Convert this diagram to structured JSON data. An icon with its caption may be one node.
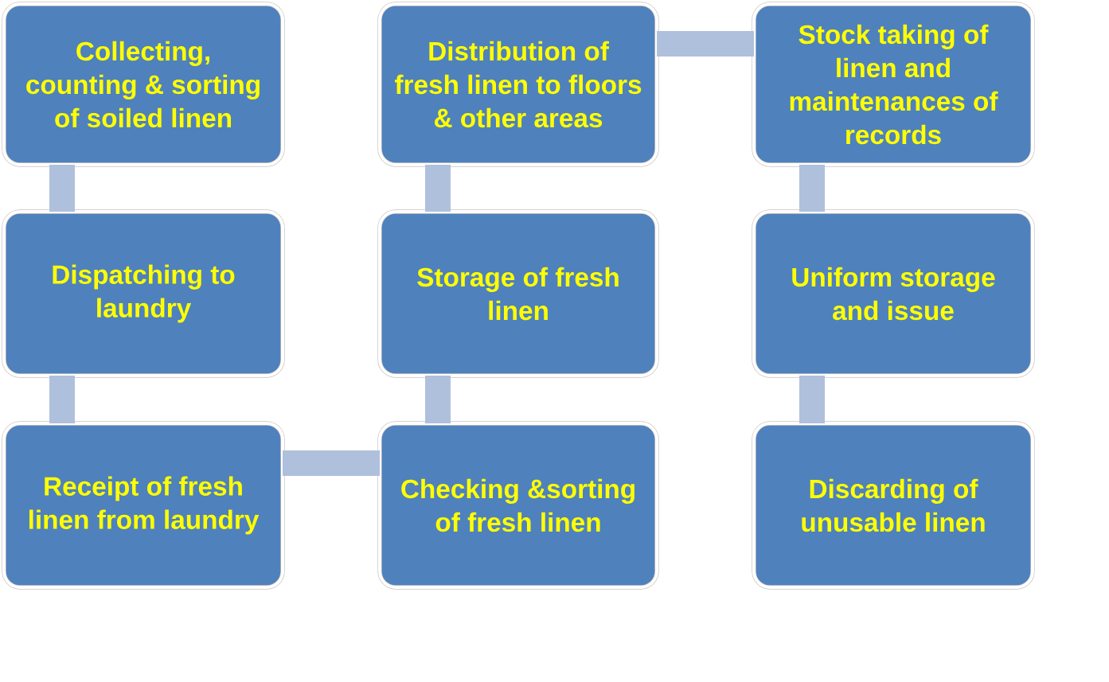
{
  "diagram": {
    "nodes": [
      {
        "text": [
          "Collecting, counting & sorting of soiled linen"
        ]
      },
      {
        "text": [
          "Distribution of fresh linen to floors & other areas"
        ]
      },
      {
        "text": [
          "Stock taking of linen and maintenances of records"
        ]
      },
      {
        "text": [
          "Dispatching to laundry"
        ]
      },
      {
        "text": [
          "Storage of fresh linen"
        ]
      },
      {
        "text": [
          "Uniform storage and issue"
        ]
      },
      {
        "text": [
          "Receipt of fresh linen from laundry"
        ]
      },
      {
        "text": [
          "Checking &sorting of fresh linen"
        ]
      },
      {
        "text": [
          "Discarding of unusable linen"
        ]
      }
    ],
    "edges": [
      {
        "from": 0,
        "to": 3,
        "arrow": "none"
      },
      {
        "from": 3,
        "to": 6,
        "arrow": "none"
      },
      {
        "from": 6,
        "to": 7,
        "arrow": "none"
      },
      {
        "from": 7,
        "to": 4,
        "arrow": "none"
      },
      {
        "from": 4,
        "to": 1,
        "arrow": "none"
      },
      {
        "from": 1,
        "to": 2,
        "arrow": "none"
      },
      {
        "from": 2,
        "to": 5,
        "arrow": "none"
      },
      {
        "from": 5,
        "to": 8,
        "arrow": "none"
      }
    ]
  }
}
